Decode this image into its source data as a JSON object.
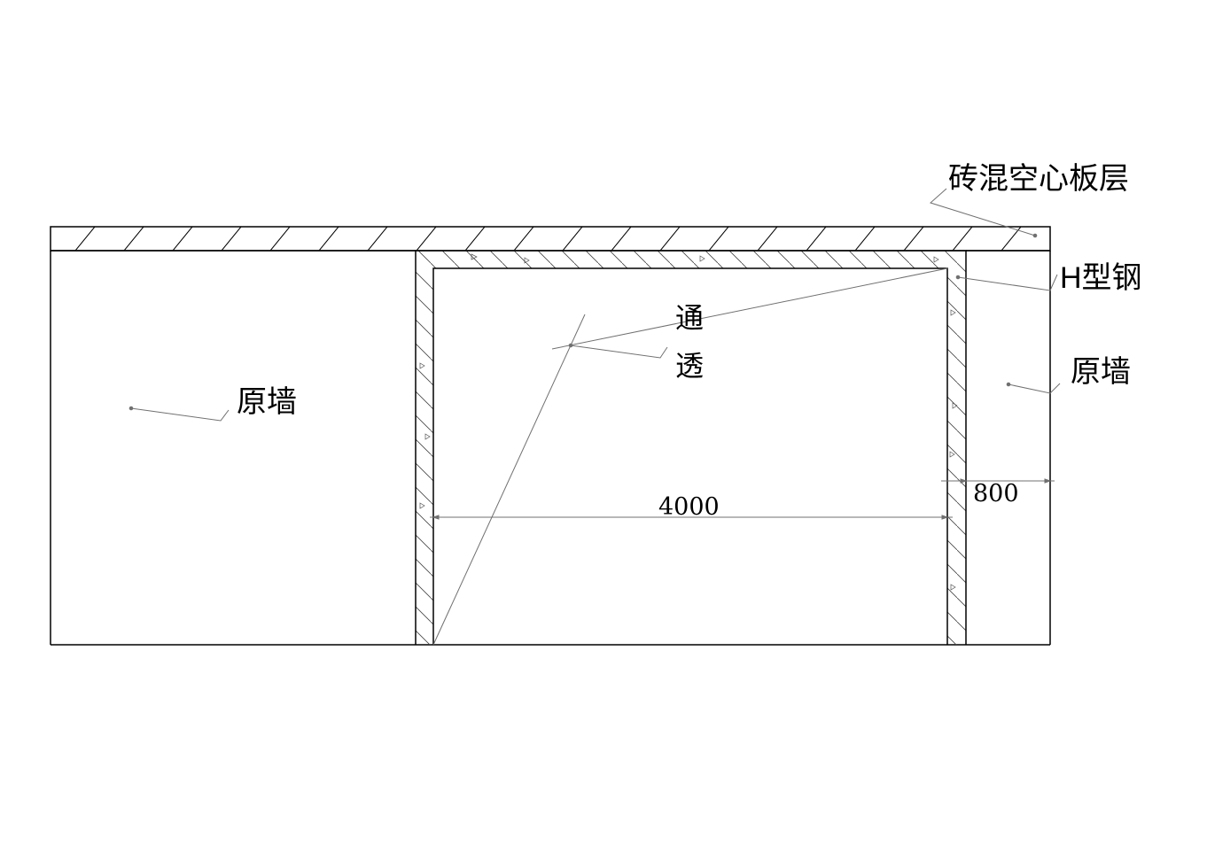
{
  "drawing": {
    "type": "structural elevation / opening reinforcement",
    "labels": {
      "slab": "砖混空心板层",
      "h_steel": "H型钢",
      "original_wall_left": "原墙",
      "original_wall_right": "原墙",
      "opening_line1": "通",
      "opening_line2": "透"
    },
    "dimensions": {
      "opening_width": "4000",
      "side_wall_width": "800"
    },
    "colors": {
      "line": "#000000",
      "leader": "#707070",
      "background": "#ffffff"
    }
  }
}
